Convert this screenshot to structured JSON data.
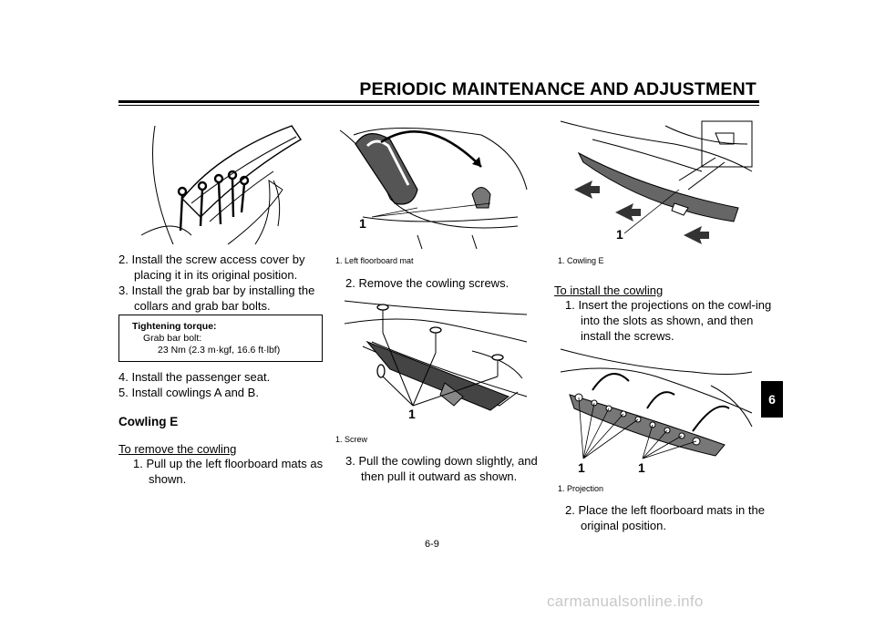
{
  "header": {
    "title": "PERIODIC MAINTENANCE AND ADJUSTMENT"
  },
  "chapter_tab": "6",
  "page_number": "6-9",
  "watermark": "carmanualsonline.info",
  "col1": {
    "steps_a": [
      {
        "text": "2. Install the screw access cover by placing it in its original position."
      },
      {
        "text": "3. Install the grab bar by installing the collars and grab bar bolts."
      }
    ],
    "torque": {
      "title": "Tightening torque:",
      "item": "Grab bar bolt:",
      "value": "23 Nm (2.3 m·kgf, 16.6 ft·lbf)"
    },
    "steps_b": [
      {
        "text": "4. Install the passenger seat."
      },
      {
        "text": "5. Install cowlings A and B."
      }
    ],
    "section_heading": "Cowling E",
    "subheading": "To remove the cowling",
    "steps_c": [
      {
        "text": "1. Pull up the left floorboard mats as shown."
      }
    ]
  },
  "col2": {
    "fig1": {
      "callout": "1",
      "caption": "1.  Left floorboard mat"
    },
    "step2": "2. Remove the cowling screws.",
    "fig2": {
      "callout": "1",
      "caption": "1.  Screw"
    },
    "step3": "3. Pull the cowling down slightly, and then pull it outward as shown."
  },
  "col3": {
    "fig1": {
      "callout": "1",
      "caption": "1.  Cowling E"
    },
    "subheading": "To install the cowling",
    "step1": "1. Insert the projections on the cowl-ing into the slots as shown, and then install the screws.",
    "fig2": {
      "callout_a": "1",
      "callout_b": "1",
      "caption": "1.  Projection"
    },
    "step2": "2. Place the left floorboard mats in the original position."
  }
}
